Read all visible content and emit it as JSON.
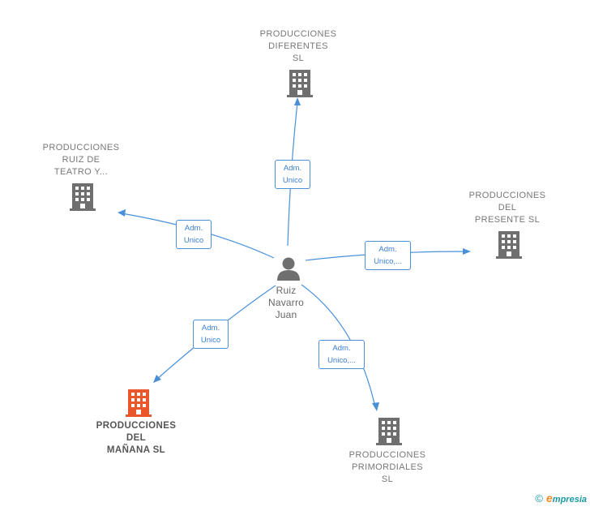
{
  "colors": {
    "edge": "#4a90d9",
    "building": "#6f6f6f",
    "building_highlight": "#e8562a",
    "person": "#6f6f6f"
  },
  "person": {
    "icon": "person-icon",
    "name": "Ruiz\nNavarro\nJuan"
  },
  "companies": [
    {
      "id": "diferentes",
      "icon": "building-icon",
      "label": "PRODUCCIONES\nDIFERENTES\nSL",
      "highlight": false
    },
    {
      "id": "teatro",
      "icon": "building-icon",
      "label": "PRODUCCIONES\nRUIZ DE\nTEATRO Y...",
      "highlight": false
    },
    {
      "id": "presente",
      "icon": "building-icon",
      "label": "PRODUCCIONES\nDEL\nPRESENTE SL",
      "highlight": false
    },
    {
      "id": "manana",
      "icon": "building-icon",
      "label": "PRODUCCIONES\nDEL\nMAÑANA  SL",
      "highlight": true
    },
    {
      "id": "primordiales",
      "icon": "building-icon",
      "label": "PRODUCCIONES\nPRIMORDIALES\nSL",
      "highlight": false
    }
  ],
  "edges": [
    {
      "to": "diferentes",
      "label": "Adm.\nUnico"
    },
    {
      "to": "teatro",
      "label": "Adm.\nUnico"
    },
    {
      "to": "presente",
      "label": "Adm.\nUnico,..."
    },
    {
      "to": "manana",
      "label": "Adm.\nUnico"
    },
    {
      "to": "primordiales",
      "label": "Adm.\nUnico,..."
    }
  ],
  "footer": {
    "copyright": "©",
    "brand_initial": "e",
    "brand_rest": "mpresia"
  }
}
